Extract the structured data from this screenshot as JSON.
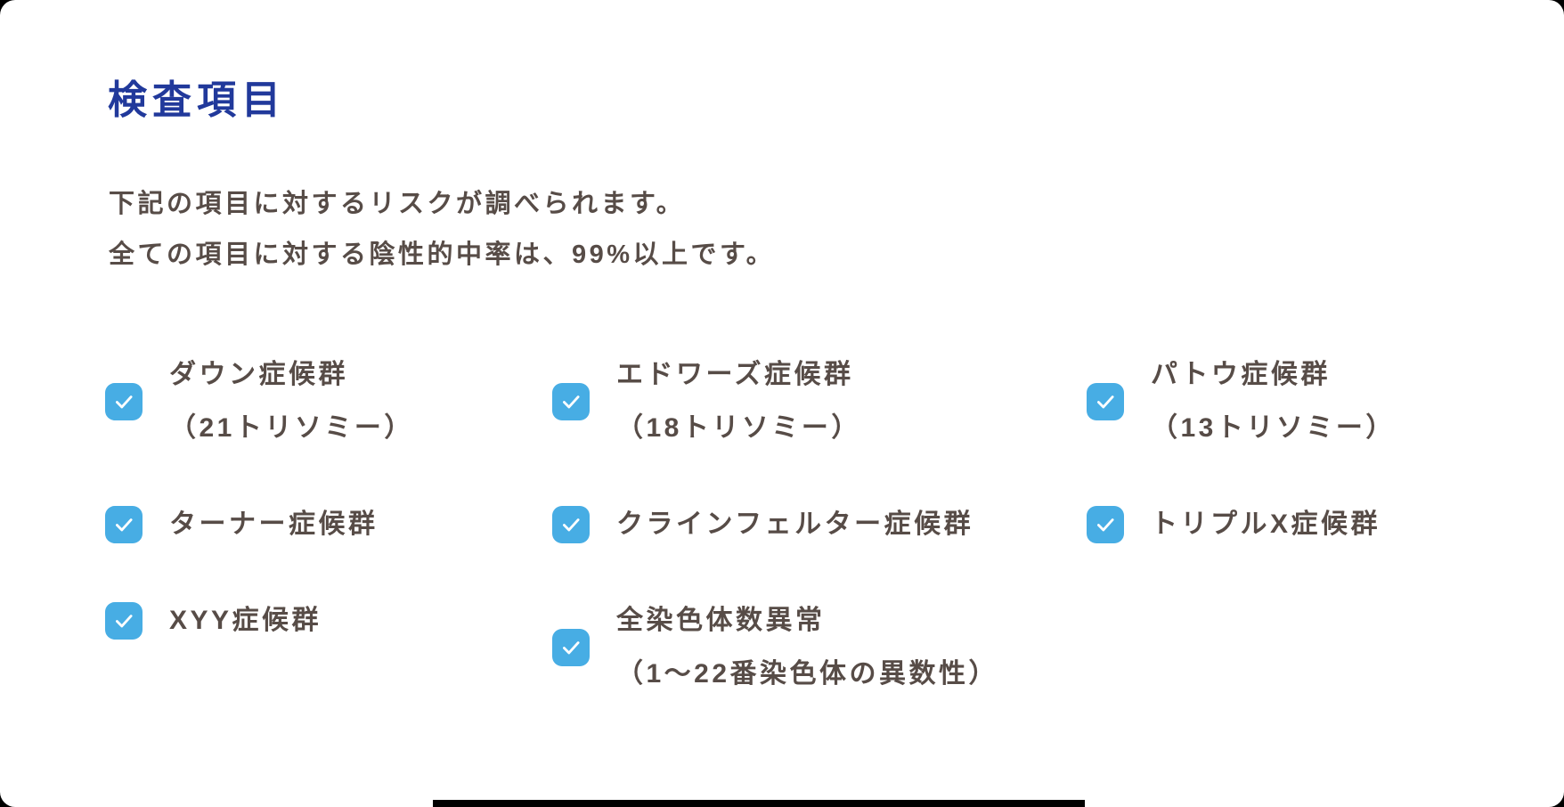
{
  "section": {
    "title": "検査項目",
    "description_lines": [
      "下記の項目に対するリスクが調べられます。",
      "全ての項目に対する陰性的中率は、99%以上です。"
    ]
  },
  "items": [
    {
      "label_lines": [
        "ダウン症候群",
        "（21トリソミー）"
      ],
      "checked": true
    },
    {
      "label_lines": [
        "エドワーズ症候群",
        "（18トリソミー）"
      ],
      "checked": true
    },
    {
      "label_lines": [
        "パトウ症候群",
        "（13トリソミー）"
      ],
      "checked": true
    },
    {
      "label_lines": [
        "ターナー症候群"
      ],
      "checked": true
    },
    {
      "label_lines": [
        "クラインフェルター症候群"
      ],
      "checked": true
    },
    {
      "label_lines": [
        "トリプルX症候群"
      ],
      "checked": true
    },
    {
      "label_lines": [
        "XYY症候群"
      ],
      "checked": true
    },
    {
      "label_lines": [
        "全染色体数異常",
        "（1〜22番染色体の異数性）"
      ],
      "checked": true
    }
  ],
  "icons": {
    "checkbox_check": "check-icon"
  },
  "colors": {
    "title": "#21399b",
    "body_text": "#574c47",
    "checkbox_fill": "#47ade4",
    "check_mark": "#ffffff",
    "card_background": "#ffffff",
    "outer_background": "#000000"
  }
}
